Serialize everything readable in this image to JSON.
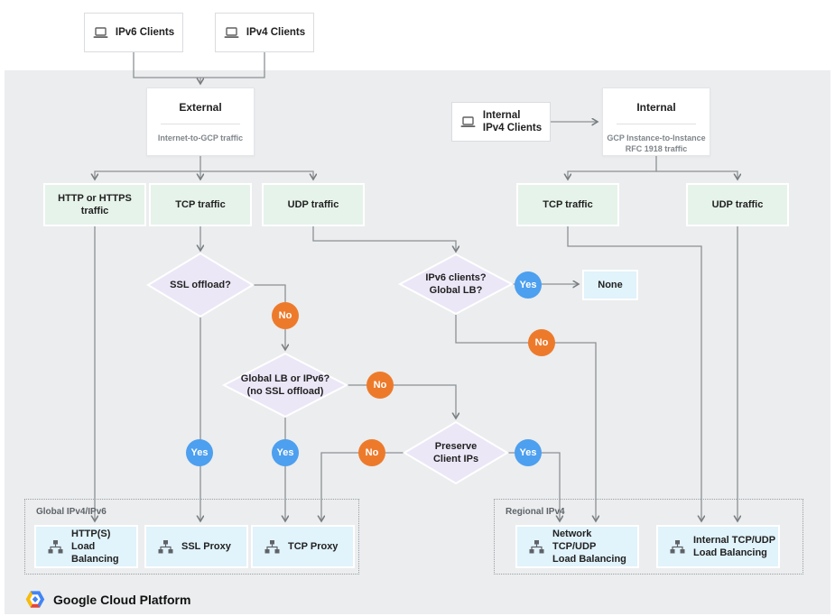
{
  "colors": {
    "panel_bg": "#ebedee",
    "traffic_box": "#e6f3ea",
    "decision_diamond": "#ece7f7",
    "result_box": "#e1f3fb",
    "yes_circle": "#4d9fef",
    "no_circle": "#ed7a2b",
    "line": "#8d9194"
  },
  "clients": {
    "ipv6": "IPv6 Clients",
    "ipv4": "IPv4 Clients",
    "internal_line1": "Internal",
    "internal_line2": "IPv4 Clients"
  },
  "sources": {
    "external": {
      "title": "External",
      "subtitle": "Internet-to-GCP traffic"
    },
    "internal": {
      "title": "Internal",
      "subtitle_line1": "GCP Instance-to-Instance",
      "subtitle_line2": "RFC 1918 traffic"
    }
  },
  "traffic": {
    "http_line1": "HTTP or HTTPS",
    "http_line2": "traffic",
    "tcp_left": "TCP traffic",
    "udp_left": "UDP traffic",
    "tcp_right": "TCP traffic",
    "udp_right": "UDP traffic"
  },
  "decisions": {
    "ssl_offload": "SSL offload?",
    "ipv6_global_line1": "IPv6 clients?",
    "ipv6_global_line2": "Global LB?",
    "global_lb_line1": "Global LB or IPv6?",
    "global_lb_line2": "(no SSL offload)",
    "preserve_line1": "Preserve",
    "preserve_line2": "Client IPs"
  },
  "labels": {
    "yes": "Yes",
    "no": "No",
    "none": "None"
  },
  "groups": {
    "global": "Global IPv4/IPv6",
    "regional": "Regional IPv4"
  },
  "balancers": {
    "https_line1": "HTTP(S)",
    "https_line2": "Load Balancing",
    "ssl_proxy": "SSL Proxy",
    "tcp_proxy": "TCP Proxy",
    "network_line1": "Network TCP/UDP",
    "network_line2": "Load Balancing",
    "internal_line1": "Internal TCP/UDP",
    "internal_line2": "Load Balancing"
  },
  "footer": {
    "brand": "Google Cloud Platform"
  }
}
